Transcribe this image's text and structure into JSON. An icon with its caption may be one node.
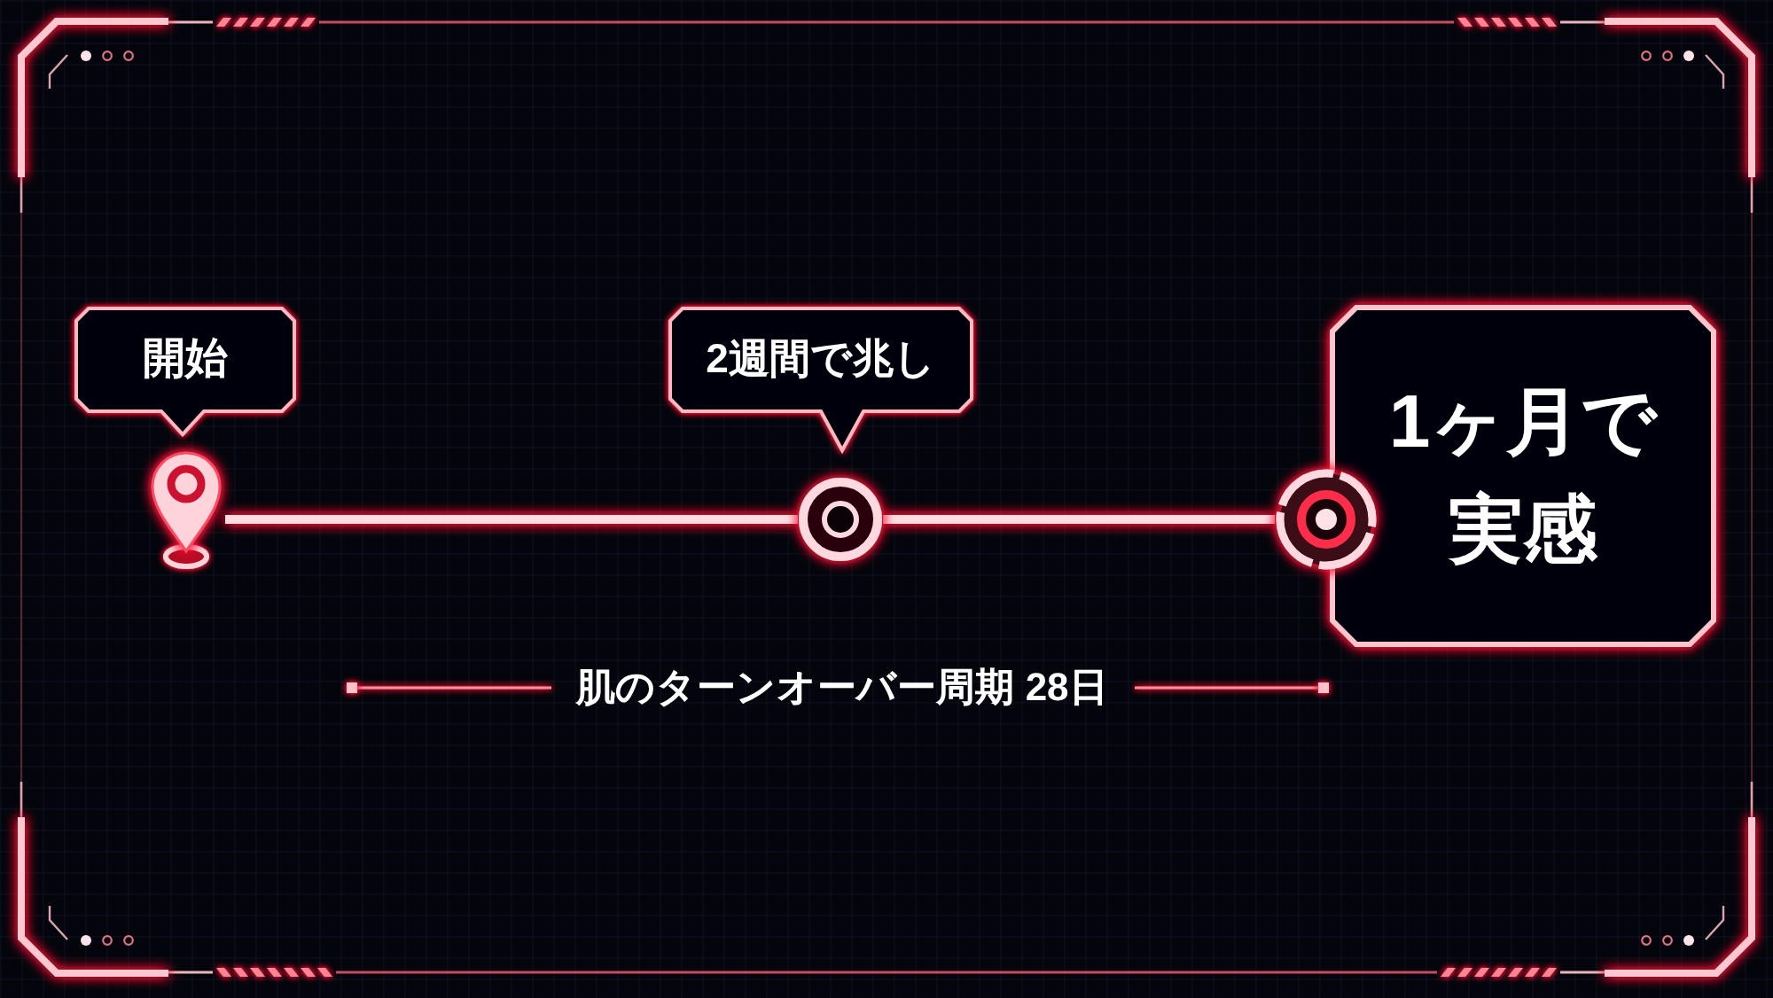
{
  "diagram": {
    "nodes": [
      {
        "text": [
          "開始"
        ]
      },
      {
        "text": [],
        "shape": "pin"
      },
      {
        "text": [
          "2週間で兆し"
        ]
      },
      {
        "text": [],
        "shape": "circle"
      },
      {
        "text": [
          "1ヶ月で実感"
        ]
      },
      {
        "text": [],
        "shape": "circle"
      }
    ],
    "edges": [
      {
        "from": 1,
        "to": 3,
        "arrow": "none"
      },
      {
        "from": 3,
        "to": 5,
        "arrow": "none"
      }
    ],
    "labels": [
      "肌のターンオーバー周期 28日"
    ]
  }
}
